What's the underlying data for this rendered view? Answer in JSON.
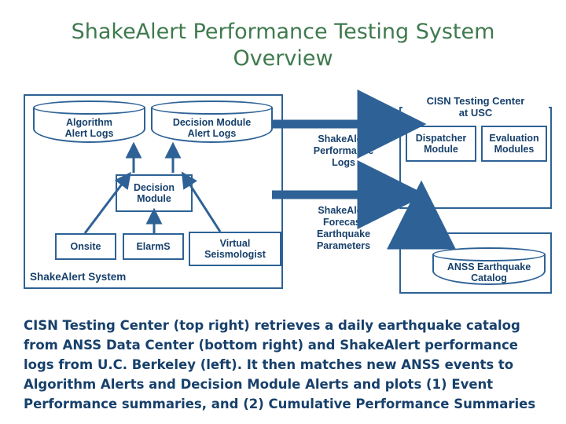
{
  "title": "ShakeAlert Performance Testing System Overview",
  "diagram": {
    "shakealert_system": {
      "label": "ShakeAlert System",
      "algorithm_alert_logs": "Algorithm\nAlert Logs",
      "decision_module_alert_logs": "Decision Module\nAlert Logs",
      "decision_module": "Decision\nModule",
      "onsite": "Onsite",
      "elarms": "ElarmS",
      "virtual_seismologist": "Virtual\nSeismologist"
    },
    "flows": {
      "performance_logs": "ShakeAlert\nPerformance\nLogs",
      "forecast_parameters": "ShakeAlert\nForecast\nEarthquake\nParameters"
    },
    "cisn_testing_center": {
      "label": "CISN Testing Center\nat USC",
      "dispatcher_module": "Dispatcher\nModule",
      "evaluation_modules": "Evaluation\nModules"
    },
    "anss": {
      "catalog": "ANSS Earthquake\nCatalog"
    }
  },
  "caption": "CISN Testing Center (top right) retrieves a daily earthquake catalog from ANSS Data Center (bottom right) and ShakeAlert performance logs from U.C. Berkeley (left). It then matches new ANSS events to Algorithm Alerts and Decision Module Alerts and plots (1) Event Performance summaries, and (2) Cumulative Performance Summaries",
  "colors": {
    "title": "#3f7a4e",
    "stroke": "#2e6296",
    "text": "#17406b",
    "arrow": "#2e6296"
  }
}
